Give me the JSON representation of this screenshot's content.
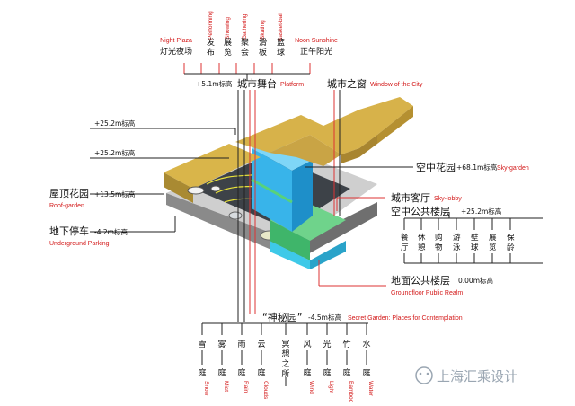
{
  "top_programs": [
    {
      "cn": "灯光夜场",
      "en": "Night Plaza"
    },
    {
      "cn": "发布",
      "en": "Performing"
    },
    {
      "cn": "展览",
      "en": "Showing"
    },
    {
      "cn": "聚会",
      "en": "Gathering"
    },
    {
      "cn": "滑板",
      "en": "Skating"
    },
    {
      "cn": "篮球",
      "en": "Basket-ball"
    },
    {
      "cn": "正午阳光",
      "en": "Noon Sunshine"
    }
  ],
  "platform": {
    "level": "+5.1m标高",
    "cn": "城市舞台",
    "en": "Platform"
  },
  "window": {
    "cn": "城市之窗",
    "en": "Window of the City"
  },
  "levels": {
    "l1": "+25.2m标高",
    "l2": "+25.2m标高",
    "l3": "+13.5m标高"
  },
  "roof_garden": {
    "cn": "屋顶花园",
    "en": "Roof-garden"
  },
  "underground": {
    "cn": "地下停车",
    "level": "-4.2m标高",
    "en": "Underground Parking"
  },
  "sky_garden": {
    "cn": "空中花园",
    "level": "+68.1m标高",
    "en": "Sky-garden"
  },
  "sky_lobby": {
    "cn": "城市客厅",
    "en": "Sky-lobby"
  },
  "public_floor": {
    "cn": "空中公共楼层",
    "level": "+25.2m标高"
  },
  "amenities": [
    "餐厅",
    "休憩",
    "购物",
    "游泳",
    "壁球",
    "展览",
    "保龄"
  ],
  "groundfloor": {
    "cn": "地面公共楼层",
    "level": "0.00m标高",
    "en": "Groundfloor Public Realm"
  },
  "secret_garden": {
    "cn": "“神秘园”",
    "level": "-4.5m标高",
    "en": "Secret Garden: Places for Contemplation"
  },
  "gardens": [
    {
      "cn": "雪",
      "en": "Snow"
    },
    {
      "cn": "雾",
      "en": "Mist"
    },
    {
      "cn": "雨",
      "en": "Rain"
    },
    {
      "cn": "云",
      "en": "Clouds"
    },
    {
      "cn": "冥想之所",
      "en": ""
    },
    {
      "cn": "风",
      "en": "Wind"
    },
    {
      "cn": "光",
      "en": "Light"
    },
    {
      "cn": "竹",
      "en": "Bamboo"
    },
    {
      "cn": "水",
      "en": "Water"
    }
  ],
  "garden_suffix": "庭",
  "watermark": "上海汇乘设计",
  "colors": {
    "label_red": "#d31919",
    "roof_tan": "#d7b24a",
    "tower_blue": "#35b0e8",
    "green": "#5cc87a"
  }
}
